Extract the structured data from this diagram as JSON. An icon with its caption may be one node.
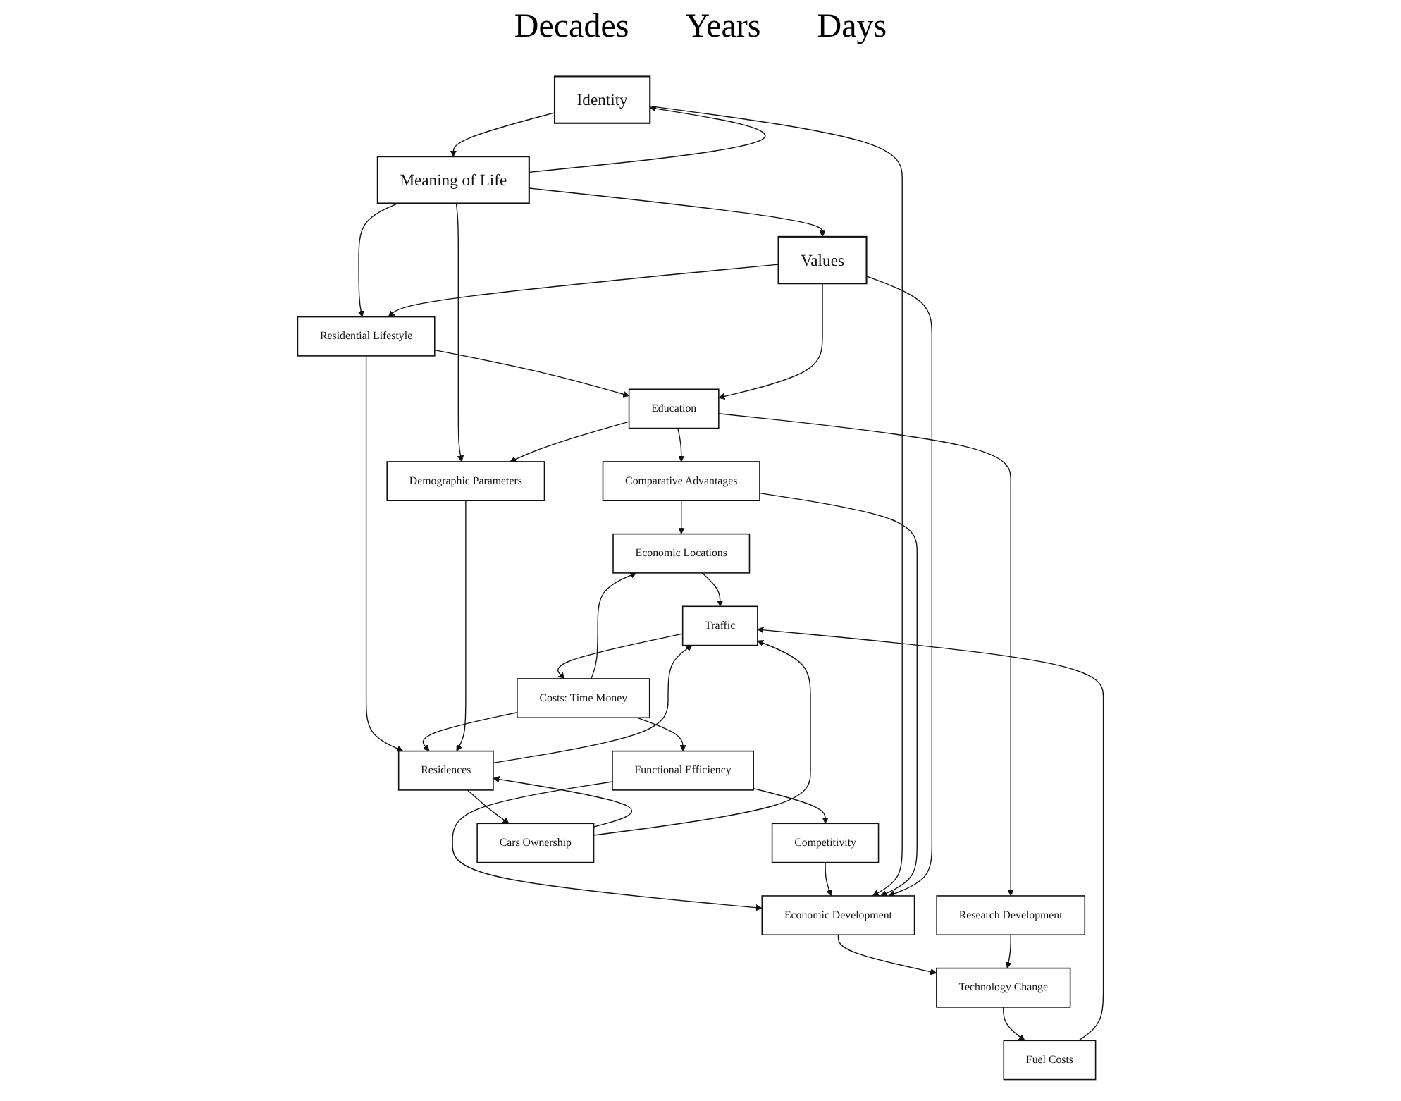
{
  "diagram": {
    "nodes": [
      {
        "text": [
          "Identity"
        ]
      },
      {
        "text": [
          "Meaning of Life"
        ]
      },
      {
        "text": [
          "Competitivity"
        ]
      },
      {
        "text": [
          "Functional Efficiency"
        ]
      },
      {
        "text": [
          "Economic Development"
        ]
      },
      {
        "text": [
          "Residential Lifestyle"
        ]
      },
      {
        "text": [
          "Costs: Time Money"
        ]
      },
      {
        "text": [
          "Residences"
        ]
      },
      {
        "text": [
          "Traffic"
        ]
      },
      {
        "text": [
          "Economic Locations"
        ]
      },
      {
        "text": [
          "Cars Ownership"
        ]
      },
      {
        "text": [
          "Comparative Advantages"
        ]
      },
      {
        "text": [
          "Demographic Parameters"
        ]
      },
      {
        "text": [
          "Fuel Costs"
        ]
      },
      {
        "text": [
          "Technology Change"
        ]
      },
      {
        "text": [
          "Education"
        ]
      },
      {
        "text": [
          "Research Development"
        ]
      },
      {
        "text": [
          "Values"
        ]
      }
    ],
    "edges": [
      {
        "from": 1,
        "to": 0,
        "arrow": "to"
      },
      {
        "from": 0,
        "to": 1,
        "arrow": "to"
      },
      {
        "from": 1,
        "to": 5,
        "arrow": "to"
      },
      {
        "from": 1,
        "to": 17,
        "arrow": "to"
      },
      {
        "from": 1,
        "to": 12,
        "arrow": "to"
      },
      {
        "from": 17,
        "to": 5,
        "arrow": "to"
      },
      {
        "from": 5,
        "to": 15,
        "arrow": "to"
      },
      {
        "from": 5,
        "to": 7,
        "arrow": "to"
      },
      {
        "from": 6,
        "to": 7,
        "arrow": "to"
      },
      {
        "from": 7,
        "to": 8,
        "arrow": "to"
      },
      {
        "from": 12,
        "to": 7,
        "arrow": "to"
      },
      {
        "from": 10,
        "to": 7,
        "arrow": "to"
      },
      {
        "from": 7,
        "to": 10,
        "arrow": "to"
      },
      {
        "from": 10,
        "to": 8,
        "arrow": "to"
      },
      {
        "from": 8,
        "to": 6,
        "arrow": "to"
      },
      {
        "from": 6,
        "to": 3,
        "arrow": "to"
      },
      {
        "from": 6,
        "to": 9,
        "arrow": "to"
      },
      {
        "from": 9,
        "to": 8,
        "arrow": "to"
      },
      {
        "from": 13,
        "to": 8,
        "arrow": "to"
      },
      {
        "from": 14,
        "to": 13,
        "arrow": "to"
      },
      {
        "from": 3,
        "to": 2,
        "arrow": "to"
      },
      {
        "from": 3,
        "to": 4,
        "arrow": "to"
      },
      {
        "from": 2,
        "to": 4,
        "arrow": "to"
      },
      {
        "from": 0,
        "to": 4,
        "arrow": "to"
      },
      {
        "from": 11,
        "to": 9,
        "arrow": "to"
      },
      {
        "from": 11,
        "to": 4,
        "arrow": "to"
      },
      {
        "from": 17,
        "to": 4,
        "arrow": "to"
      },
      {
        "from": 15,
        "to": 11,
        "arrow": "to"
      },
      {
        "from": 4,
        "to": 14,
        "arrow": "to"
      },
      {
        "from": 15,
        "to": 16,
        "arrow": "to"
      },
      {
        "from": 16,
        "to": 14,
        "arrow": "to"
      },
      {
        "from": 15,
        "to": 12,
        "arrow": "to"
      },
      {
        "from": 17,
        "to": 15,
        "arrow": "to"
      }
    ],
    "labels": [
      "Decades",
      "Years",
      "Days"
    ]
  }
}
